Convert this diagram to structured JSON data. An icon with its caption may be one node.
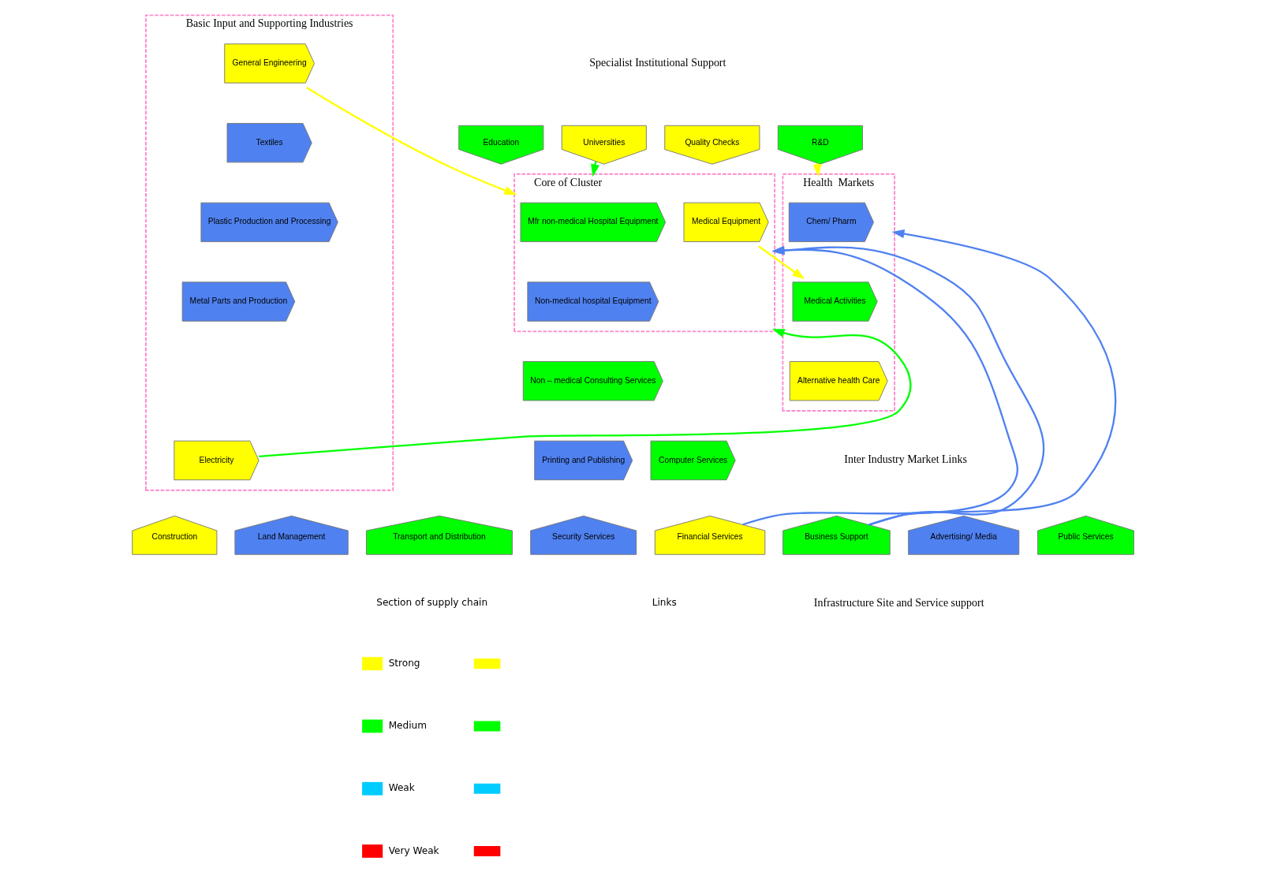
{
  "diagram": {
    "nodes": [
      {
        "text": [
          "Basic Input and Supporting Industries"
        ]
      },
      {
        "text": [
          "Plastic Production and Processing"
        ],
        "in": 0
      },
      {
        "text": [
          "General Engineering"
        ],
        "in": 0
      },
      {
        "text": [
          "Metal Parts and Production"
        ],
        "in": 0
      },
      {
        "text": [
          "Textiles"
        ],
        "in": 0
      },
      {
        "text": [
          "Electricity"
        ],
        "in": 0
      },
      {
        "text": [
          "Core of Cluster"
        ]
      },
      {
        "text": [
          "Mfr non-medical Hospital Equipment"
        ],
        "in": 6
      },
      {
        "text": [
          "Non-medical hospital Equipment"
        ],
        "in": 6
      },
      {
        "text": [
          "Medical Equipment"
        ],
        "in": 6
      },
      {
        "text": [
          "Health  Markets"
        ]
      },
      {
        "text": [
          "Chem/ Pharm"
        ],
        "in": 10
      },
      {
        "text": [
          "Medical Activities"
        ],
        "in": 10
      },
      {
        "text": [
          "Alternative health Care"
        ],
        "in": 10
      },
      {
        "text": [
          "Non – medical Consulting Services"
        ]
      },
      {
        "text": [
          "Printing and Publishing"
        ]
      },
      {
        "text": [
          "Computer Services"
        ]
      },
      {
        "text": [
          "Education"
        ]
      },
      {
        "text": [
          "Universities"
        ]
      },
      {
        "text": [
          "Quality Checks"
        ]
      },
      {
        "text": [
          "R&D"
        ]
      },
      {
        "text": [
          "Construction"
        ]
      },
      {
        "text": [
          "Land Management"
        ]
      },
      {
        "text": [
          "Transport and Distribution"
        ]
      },
      {
        "text": [
          "Security Services"
        ]
      },
      {
        "text": [
          "Financial Services"
        ]
      },
      {
        "text": [
          "Business Support"
        ]
      },
      {
        "text": [
          "Advertising/ Media"
        ]
      },
      {
        "text": [
          "Public Services"
        ]
      }
    ],
    "edges": [
      {
        "from": 18,
        "to": 6,
        "arrow": "to",
        "color": "#00ff00"
      },
      {
        "from": 20,
        "to": 10,
        "arrow": "to",
        "color": "#ffff00"
      },
      {
        "from": 2,
        "to": 6,
        "arrow": "to",
        "color": "#ffff00"
      },
      {
        "from": 5,
        "to": 6,
        "arrow": "to",
        "color": "#00ff00"
      },
      {
        "from": 9,
        "to": 12,
        "arrow": "to",
        "color": "#ffff00"
      },
      {
        "from": 25,
        "to": 6,
        "arrow": "to",
        "color": "#4f81f0"
      },
      {
        "from": 26,
        "to": 6,
        "arrow": "to",
        "color": "#4f81f0"
      },
      {
        "from": 26,
        "to": 10,
        "arrow": "to",
        "color": "#4f81f0"
      }
    ],
    "labels": [
      "Specialist Institutional Support",
      "Inter Industry Market Links",
      "Section of supply chain",
      "Links",
      "Infrastructure Site and Service support"
    ],
    "legend": [
      {
        "text": "Strong",
        "color": "#ffff00"
      },
      {
        "text": "Medium",
        "color": "#00ff00"
      },
      {
        "text": "Weak",
        "color": "#00ccff"
      },
      {
        "text": "Very Weak",
        "color": "#ff0000"
      }
    ]
  }
}
